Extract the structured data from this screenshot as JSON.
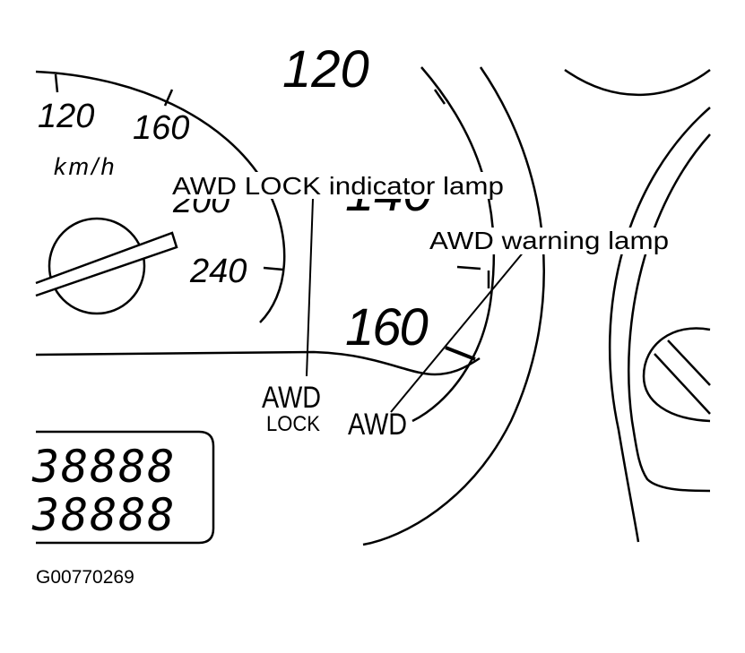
{
  "speedometer": {
    "ticks": [
      "120",
      "160",
      "200",
      "240"
    ],
    "unit": "km/h"
  },
  "center_gauge": {
    "top_label": "120",
    "mid_label": "140",
    "big_label": "160"
  },
  "callouts": {
    "awd_lock_indicator": "AWD LOCK indicator lamp",
    "awd_warning": "AWD warning lamp"
  },
  "lamps": {
    "awd_lock_top": "AWD",
    "awd_lock_bottom": "LOCK",
    "awd": "AWD"
  },
  "odometer": {
    "row1": "38888",
    "row2": "38888"
  },
  "figure_code": "G00770269"
}
